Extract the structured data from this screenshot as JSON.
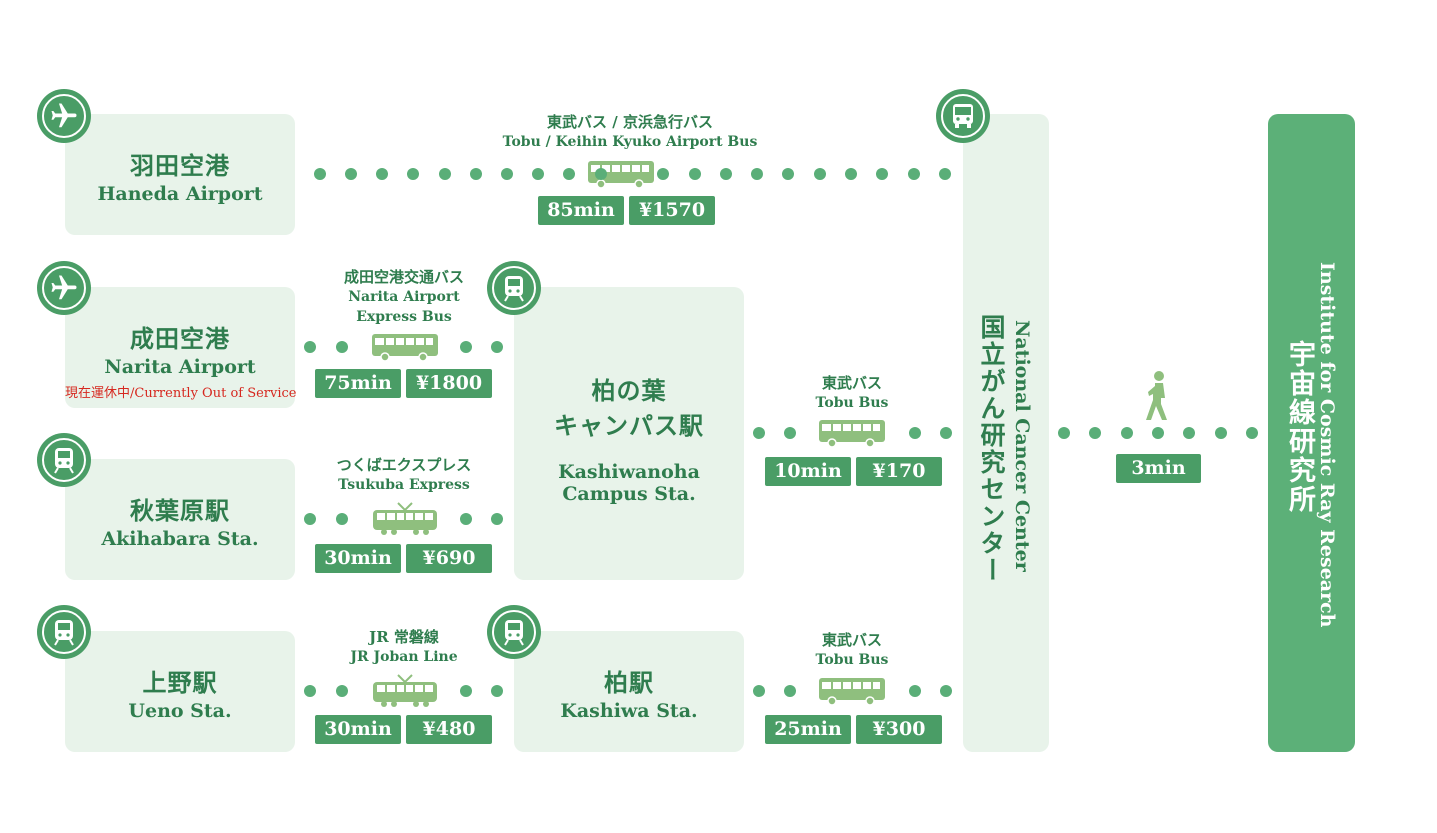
{
  "stations": {
    "haneda": {
      "jp": "羽田空港",
      "en": "Haneda Airport"
    },
    "narita": {
      "jp": "成田空港",
      "en": "Narita Airport",
      "note": "現在運休中/Currently Out of Service"
    },
    "akihabara": {
      "jp": "秋葉原駅",
      "en": "Akihabara Sta."
    },
    "ueno": {
      "jp": "上野駅",
      "en": "Ueno Sta."
    },
    "kashiwanoha": {
      "jp1": "柏の葉",
      "jp2": "キャンパス駅",
      "en1": "Kashiwanoha",
      "en2": "Campus Sta."
    },
    "kashiwa": {
      "jp": "柏駅",
      "en": "Kashiwa Sta."
    },
    "ncc": {
      "jp": "国立がん研究センター",
      "en": "National Cancer Center"
    },
    "icrr": {
      "jp": "宇宙線研究所",
      "en": "Institute for Cosmic Ray Research"
    }
  },
  "routes": {
    "haneda": {
      "jp": "東武バス / 京浜急行バス",
      "en": "Tobu / Keihin Kyuko Airport Bus",
      "time": "85min",
      "fare": "¥1570",
      "vehicle": "bus-icon"
    },
    "narita": {
      "jp": "成田空港交通バス",
      "en1": "Narita Airport",
      "en2": "Express Bus",
      "time": "75min",
      "fare": "¥1800",
      "vehicle": "bus-icon"
    },
    "akihabara": {
      "jp": "つくばエクスプレス",
      "en": "Tsukuba Express",
      "time": "30min",
      "fare": "¥690",
      "vehicle": "train-icon"
    },
    "ueno": {
      "jp": "JR 常磐線",
      "en": "JR Joban Line",
      "time": "30min",
      "fare": "¥480",
      "vehicle": "train-icon"
    },
    "kashiwanoha": {
      "jp": "東武バス",
      "en": "Tobu Bus",
      "time": "10min",
      "fare": "¥170",
      "vehicle": "bus-icon"
    },
    "kashiwa": {
      "jp": "東武バス",
      "en": "Tobu Bus",
      "time": "25min",
      "fare": "¥300",
      "vehicle": "bus-icon"
    },
    "walk": {
      "time": "3min",
      "vehicle": "walking-person-icon"
    }
  },
  "colors": {
    "accent": "#4a9d66",
    "box": "#e8f3ea",
    "dark": "#2f7d4e",
    "note": "#d6281f",
    "icrr": "#5cb078"
  }
}
